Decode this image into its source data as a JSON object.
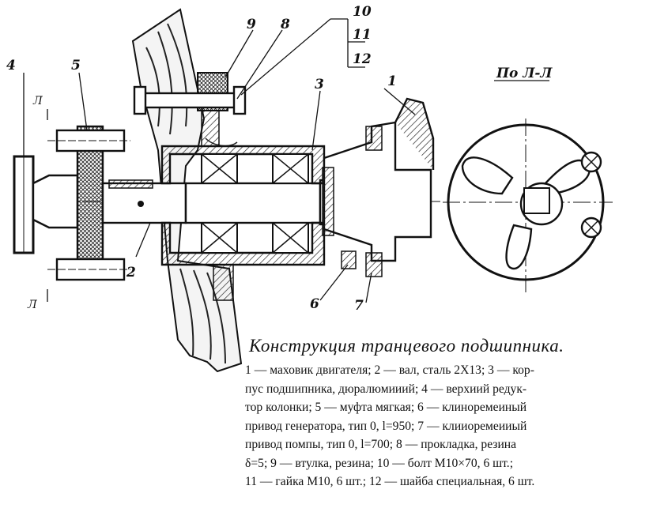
{
  "callouts": [
    "1",
    "2",
    "3",
    "4",
    "5",
    "6",
    "7",
    "8",
    "9",
    "10",
    "11",
    "12"
  ],
  "section": {
    "title": "По Л-Л",
    "mark_top": "Л",
    "mark_bottom": "Л"
  },
  "caption": {
    "title": "Конструкция транцевого подшипника.",
    "lines": [
      "1 — маховик двигателя; 2 — вал, сталь 2Х13; 3 — кор-",
      "пус подшипника, дюралюмииий; 4 — верхиий редук-",
      "тор колонки; 5 — муфта мягкая; 6 — клиноремеиный",
      "привод генератора, тип 0, l=950; 7 — клииоремеииый",
      "привод помпы, тип 0, l=700; 8 — прокладка, резина",
      "δ=5; 9 — втулка, резина; 10 — болт М10×70, 6 шт.;",
      "11 — гайка М10, 6 шт.; 12 — шайба специальная, 6 шт."
    ]
  }
}
